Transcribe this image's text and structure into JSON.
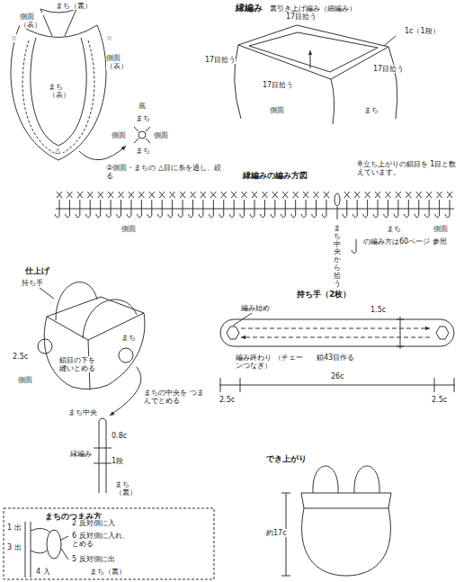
{
  "diagram": {
    "labels": [
      "まち（裏）",
      "側面（表）",
      "☆",
      "☆",
      "側面（表）",
      "まち（表）",
      "△",
      "底",
      "側面",
      "まち",
      "側面",
      "まち",
      "②側面・まちの △目に糸を通し、絞る",
      "縁編み",
      "裏引き上げ編み（細編み）",
      "17目拾う",
      "1c（1段）",
      "17目拾う",
      "17目拾う",
      "17目拾う",
      "側面",
      "まち",
      "縁編みの編み方図",
      "※立ち上がりの鎖目を 1目と数えています。",
      "側面",
      "まち中央から拾う",
      "まち",
      "側面",
      "の編み方は60ページ 参照",
      "仕上げ",
      "持ち手",
      "まち",
      "2.5c",
      "側面",
      "鎖目の下を 縫いとめる",
      "まち中央",
      "まちの中央を つまんでとめる",
      "0.8c",
      "縁編み",
      "1段",
      "まち（裏）",
      "持ち手（2枚）",
      "編み始め",
      "1.5c",
      "編み終わり （チェーンつなぎ）",
      "鎖43目作る",
      "26c",
      "2.5c",
      "2.5c",
      "でき上がり",
      "約17c",
      "まちのつまみ方",
      "1 出",
      "2 反対側に入",
      "6 反対側に入れ、 とめる",
      "3 出",
      "5 反対側に出",
      "4 入",
      "まち（裏）"
    ]
  }
}
